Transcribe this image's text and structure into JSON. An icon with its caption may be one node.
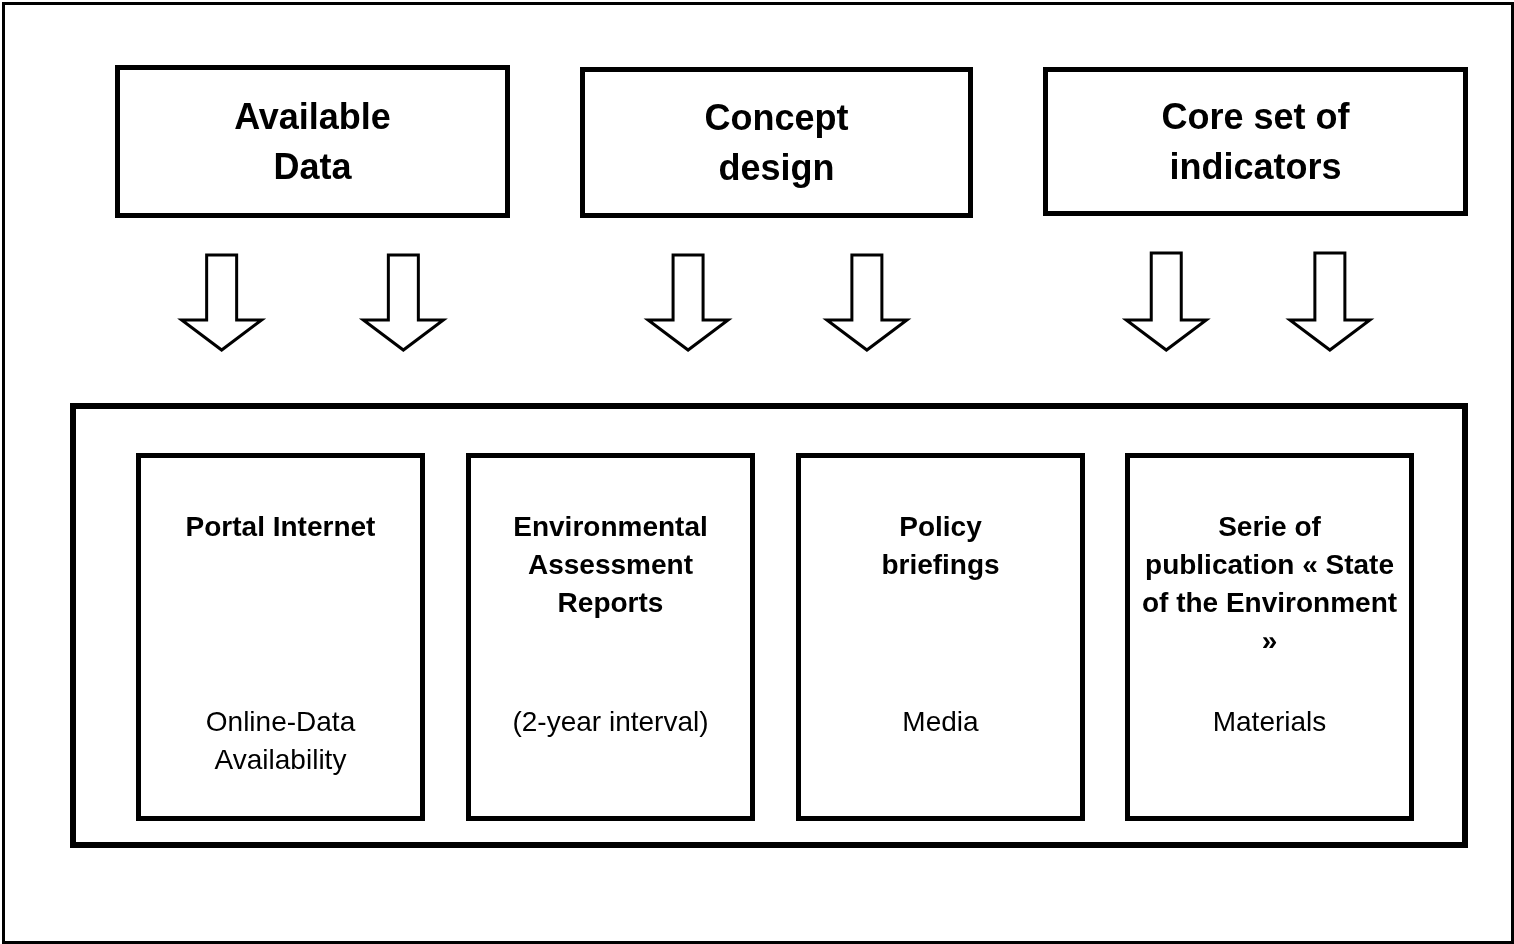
{
  "diagram": {
    "nodes": [
      {
        "text": [
          "Available Data"
        ]
      },
      {
        "text": [
          "Concept design"
        ]
      },
      {
        "text": [
          "Core set of indicators"
        ]
      },
      {
        "text": [],
        "shape": "box"
      },
      {
        "text": [
          "Portal Internet",
          "Online-Data Availability"
        ],
        "in": 3
      },
      {
        "text": [
          "Environmental Assessment Reports",
          "(2-year interval)"
        ],
        "in": 3
      },
      {
        "text": [
          "Policy briefings",
          "Media"
        ],
        "in": 3
      },
      {
        "text": [
          "Serie of publication « State of the Environment »",
          "Materials"
        ],
        "in": 3
      }
    ],
    "edges": [
      {
        "from": 0,
        "to": 3,
        "arrow": "to"
      },
      {
        "from": 0,
        "to": 3,
        "arrow": "to"
      },
      {
        "from": 1,
        "to": 3,
        "arrow": "to"
      },
      {
        "from": 1,
        "to": 3,
        "arrow": "to"
      },
      {
        "from": 2,
        "to": 3,
        "arrow": "to"
      },
      {
        "from": 2,
        "to": 3,
        "arrow": "to"
      }
    ]
  }
}
